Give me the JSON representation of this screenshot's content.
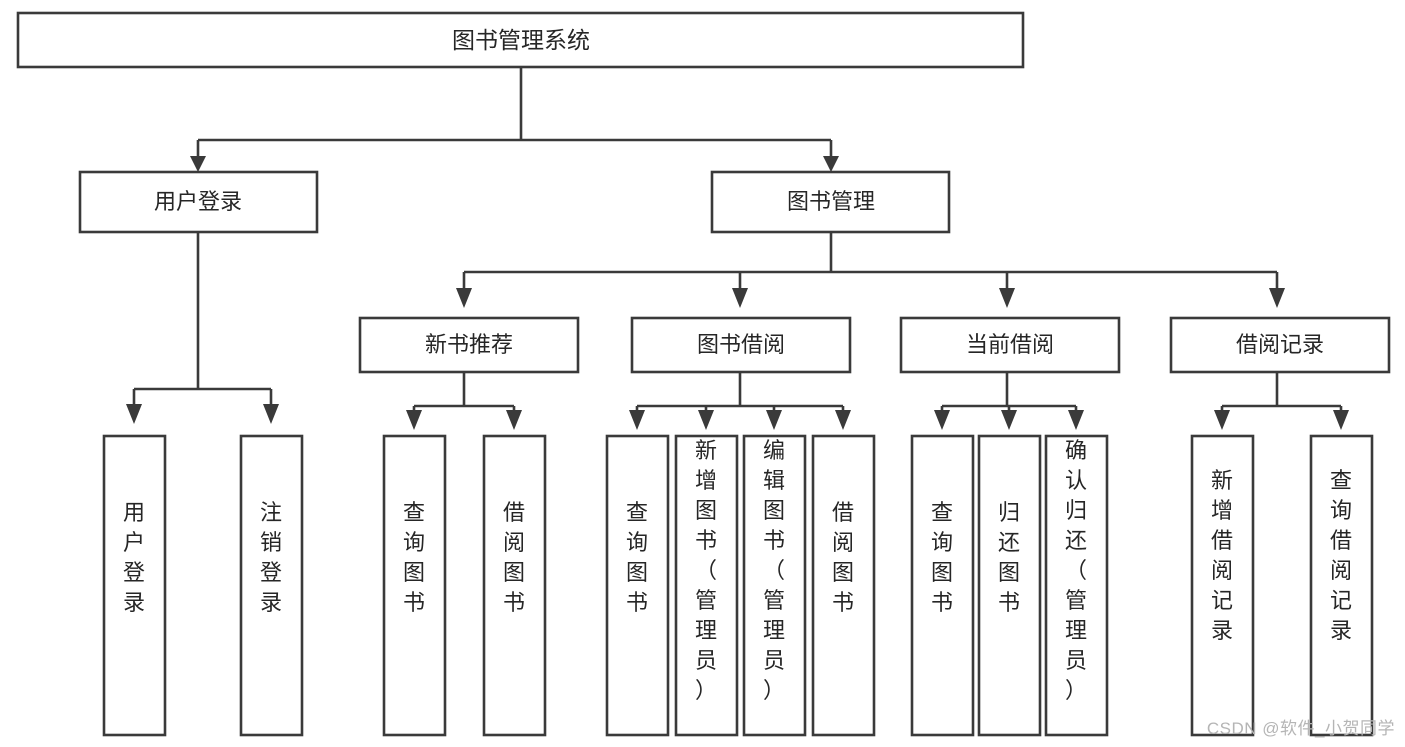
{
  "diagram": {
    "title": "图书管理系统",
    "watermark": "CSDN @软件_小贺同学",
    "type": "tree-hierarchy-chart",
    "orientation": "top-down",
    "colors": {
      "box_stroke": "#3a3a3a",
      "box_fill": "#ffffff",
      "connector": "#3a3a3a",
      "text": "#262626",
      "background": "#ffffff",
      "watermark": "#b5b5b5"
    },
    "levels": {
      "root": "图书管理系统",
      "level2": [
        "用户登录",
        "图书管理"
      ],
      "level3": [
        "新书推荐",
        "图书借阅",
        "当前借阅",
        "借阅记录"
      ]
    },
    "nodes": {
      "root": {
        "label": "图书管理系统"
      },
      "user_login": {
        "label": "用户登录"
      },
      "book_mgmt": {
        "label": "图书管理"
      },
      "new_book_rec": {
        "label": "新书推荐"
      },
      "book_borrow": {
        "label": "图书借阅"
      },
      "current_borrow": {
        "label": "当前借阅"
      },
      "borrow_record": {
        "label": "借阅记录"
      }
    },
    "leaves": {
      "user_login": [
        {
          "label": "用户登录"
        },
        {
          "label": "注销登录"
        }
      ],
      "new_book_rec": [
        {
          "label": "查询图书"
        },
        {
          "label": "借阅图书"
        }
      ],
      "book_borrow": [
        {
          "label": "查询图书"
        },
        {
          "label": "新增图书（管理员）"
        },
        {
          "label": "编辑图书（管理员）"
        },
        {
          "label": "借阅图书"
        }
      ],
      "current_borrow": [
        {
          "label": "查询图书"
        },
        {
          "label": "归还图书"
        },
        {
          "label": "确认归还（管理员）"
        }
      ],
      "borrow_record": [
        {
          "label": "新增借阅记录"
        },
        {
          "label": "查询借阅记录"
        }
      ]
    }
  }
}
